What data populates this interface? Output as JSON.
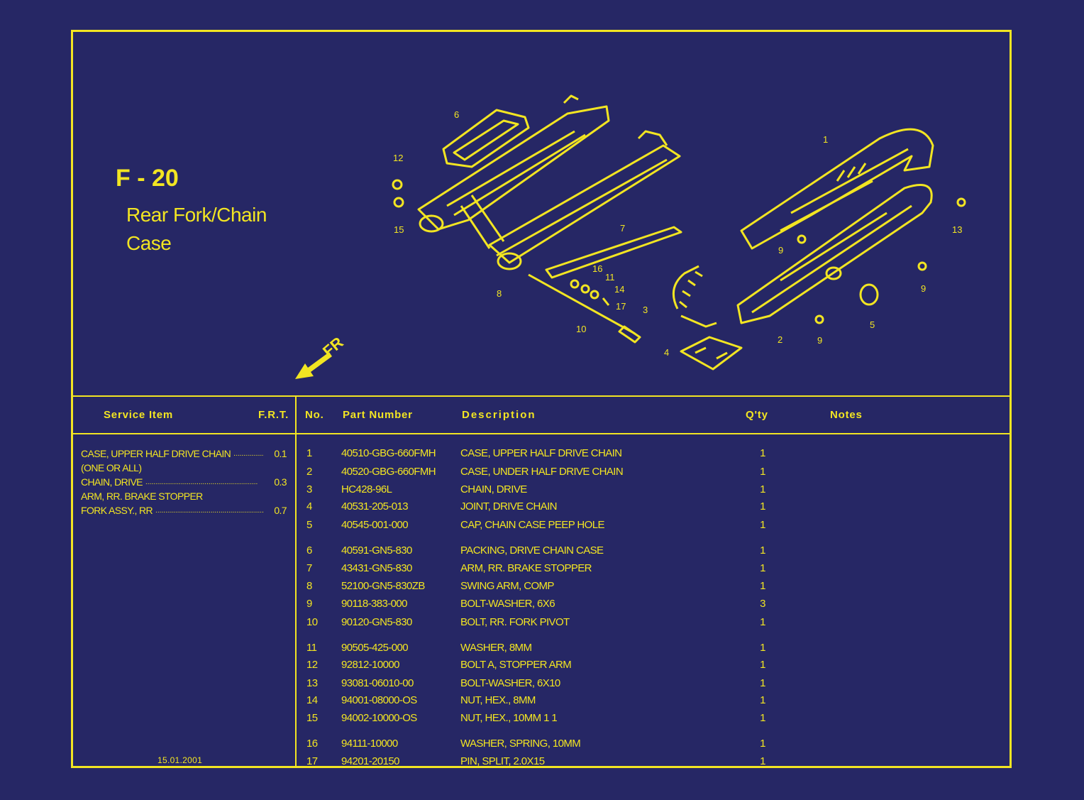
{
  "figure": {
    "code": "F - 20",
    "title": "Rear Fork/Chain Case",
    "direction_label": "FR",
    "callouts": [
      "1",
      "2",
      "3",
      "4",
      "5",
      "6",
      "7",
      "8",
      "9",
      "9",
      "9",
      "10",
      "11",
      "12",
      "13",
      "14",
      "15",
      "16",
      "17"
    ]
  },
  "headers": {
    "service_item": "Service Item",
    "frt": "F.R.T.",
    "no": "No.",
    "part_number": "Part Number",
    "description": "Description",
    "qty": "Q'ty",
    "notes": "Notes"
  },
  "service_items": [
    {
      "label": "CASE, UPPER HALF DRIVE CHAIN",
      "frt": "0.1"
    },
    {
      "label": "(ONE OR ALL)",
      "frt": ""
    },
    {
      "label": "CHAIN, DRIVE",
      "frt": "0.3"
    },
    {
      "label": "ARM, RR. BRAKE STOPPER",
      "frt": ""
    },
    {
      "label": "FORK ASSY., RR",
      "frt": "0.7"
    }
  ],
  "date": "15.01.2001",
  "parts": [
    {
      "no": "1",
      "part_number": "40510-GBG-660FMH",
      "description": "CASE, UPPER HALF DRIVE CHAIN",
      "qty": "1"
    },
    {
      "no": "2",
      "part_number": "40520-GBG-660FMH",
      "description": "CASE, UNDER HALF DRIVE CHAIN",
      "qty": "1"
    },
    {
      "no": "3",
      "part_number": "HC428-96L",
      "description": "CHAIN, DRIVE",
      "qty": "1"
    },
    {
      "no": "4",
      "part_number": "40531-205-013",
      "description": "JOINT, DRIVE CHAIN",
      "qty": "1"
    },
    {
      "no": "5",
      "part_number": "40545-001-000",
      "description": "CAP, CHAIN CASE PEEP HOLE",
      "qty": "1"
    },
    {
      "no": "6",
      "part_number": "40591-GN5-830",
      "description": "PACKING, DRIVE CHAIN CASE",
      "qty": "1"
    },
    {
      "no": "7",
      "part_number": "43431-GN5-830",
      "description": "ARM, RR. BRAKE STOPPER",
      "qty": "1"
    },
    {
      "no": "8",
      "part_number": "52100-GN5-830ZB",
      "description": "SWING ARM, COMP",
      "qty": "1"
    },
    {
      "no": "9",
      "part_number": "90118-383-000",
      "description": "BOLT-WASHER, 6X6",
      "qty": "3"
    },
    {
      "no": "10",
      "part_number": "90120-GN5-830",
      "description": "BOLT, RR. FORK PIVOT",
      "qty": "1"
    },
    {
      "no": "11",
      "part_number": "90505-425-000",
      "description": "WASHER, 8MM",
      "qty": "1"
    },
    {
      "no": "12",
      "part_number": "92812-10000",
      "description": "BOLT A, STOPPER ARM",
      "qty": "1"
    },
    {
      "no": "13",
      "part_number": "93081-06010-00",
      "description": "BOLT-WASHER, 6X10",
      "qty": "1"
    },
    {
      "no": "14",
      "part_number": "94001-08000-OS",
      "description": "NUT, HEX., 8MM",
      "qty": "1"
    },
    {
      "no": "15",
      "part_number": "94002-10000-OS",
      "description": "NUT, HEX., 10MM 1 1",
      "qty": "1"
    },
    {
      "no": "16",
      "part_number": "94111-10000",
      "description": "WASHER, SPRING, 10MM",
      "qty": "1"
    },
    {
      "no": "17",
      "part_number": "94201-20150",
      "description": "PIN, SPLIT, 2.0X15",
      "qty": "1"
    }
  ]
}
